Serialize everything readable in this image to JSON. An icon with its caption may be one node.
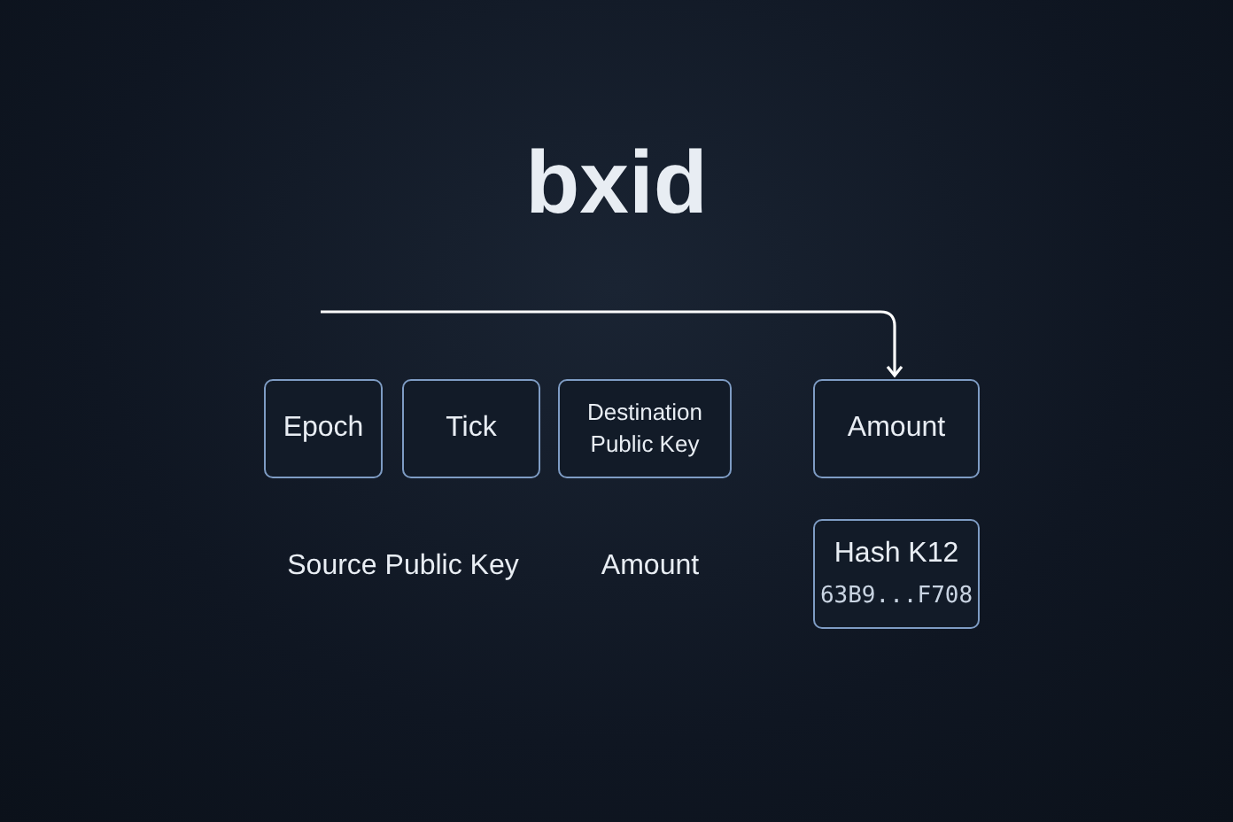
{
  "diagram": {
    "title": "bxid",
    "nodes": [
      {
        "text": [
          "Epoch"
        ]
      },
      {
        "text": [
          "Tick"
        ]
      },
      {
        "text": [
          "Destination Public Key"
        ]
      },
      {
        "text": [
          "Amount"
        ]
      },
      {
        "text": [
          "Hash K12",
          "63B9...F708"
        ]
      }
    ],
    "edges": [
      {
        "from": null,
        "to": 3,
        "arrow": "to"
      }
    ],
    "labels": [
      "Source Public Key",
      "Amount"
    ]
  }
}
